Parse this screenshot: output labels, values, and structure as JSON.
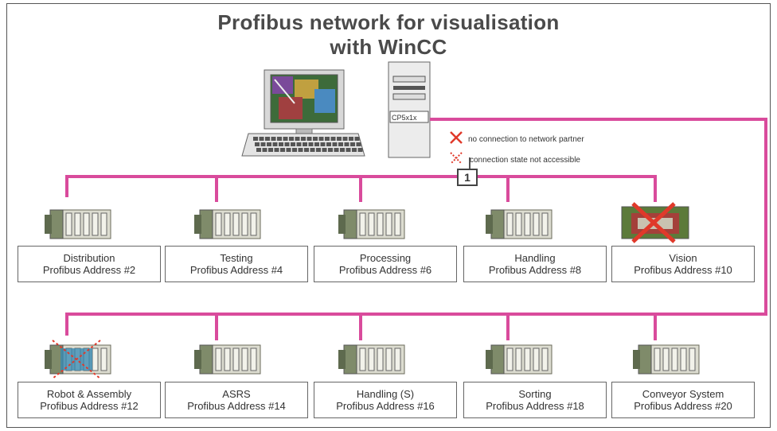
{
  "title_line1": "Profibus network for visualisation",
  "title_line2": "with WinCC",
  "pc_label": "CP5x1x",
  "legend": {
    "no_connection": "no connection to network partner",
    "not_accessible": "connection state not accessible"
  },
  "badge": "1",
  "colors": {
    "bus": "#d94b9c",
    "device": "#7f8b6a",
    "error_red": "#e0392a"
  },
  "stations": [
    {
      "name": "Distribution",
      "address": "Profibus Address #2",
      "icon": "plc-icon"
    },
    {
      "name": "Testing",
      "address": "Profibus Address #4",
      "icon": "plc-icon"
    },
    {
      "name": "Processing",
      "address": "Profibus Address #6",
      "icon": "plc-icon"
    },
    {
      "name": "Handling",
      "address": "Profibus Address #8",
      "icon": "plc-icon"
    },
    {
      "name": "Vision",
      "address": "Profibus Address #10",
      "icon": "vision-camera-icon",
      "state": "no connection"
    },
    {
      "name": "Robot & Assembly",
      "address": "Profibus Address #12",
      "icon": "plc-icon",
      "state": "not accessible"
    },
    {
      "name": "ASRS",
      "address": "Profibus Address #14",
      "icon": "plc-icon"
    },
    {
      "name": "Handling (S)",
      "address": "Profibus Address #16",
      "icon": "plc-icon"
    },
    {
      "name": "Sorting",
      "address": "Profibus Address #18",
      "icon": "plc-icon"
    },
    {
      "name": "Conveyor System",
      "address": "Profibus Address #20",
      "icon": "plc-icon"
    }
  ]
}
